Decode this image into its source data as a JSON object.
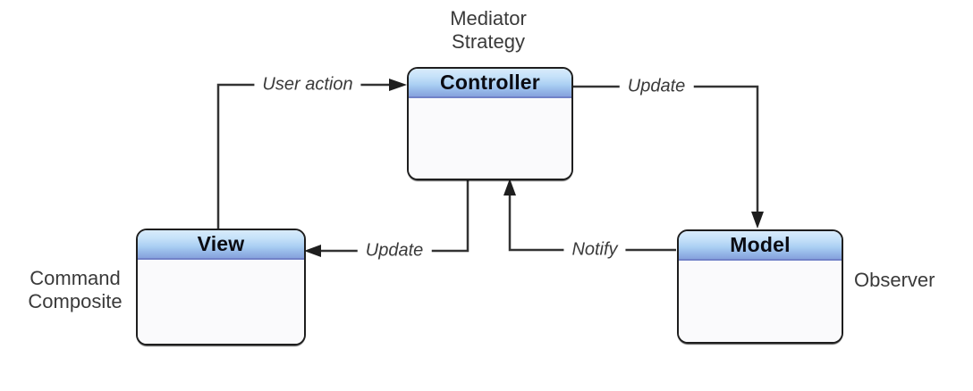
{
  "colors": {
    "canvas-bg": "#ffffff",
    "box-border": "#1e1e1e",
    "box-body": "#fafafc",
    "header-grad-top": "#d8ebfb",
    "header-grad-mid": "#aacff3",
    "header-grad-bottom": "#86a2dd",
    "header-underline": "#7182c8",
    "line-color": "#333333",
    "label-color": "#3a3a3a",
    "title-color": "#0b0b12"
  },
  "boxes": {
    "controller": {
      "title": "Controller"
    },
    "view": {
      "title": "View"
    },
    "model": {
      "title": "Model"
    }
  },
  "arrows": {
    "user_action": {
      "label": "User action"
    },
    "update_model": {
      "label": "Update"
    },
    "update_view": {
      "label": "Update"
    },
    "notify": {
      "label": "Notify"
    }
  },
  "pattern_labels": {
    "mediator_strategy": "Mediator\nStrategy",
    "command_composite": "Command\nComposite",
    "observer": "Observer"
  }
}
